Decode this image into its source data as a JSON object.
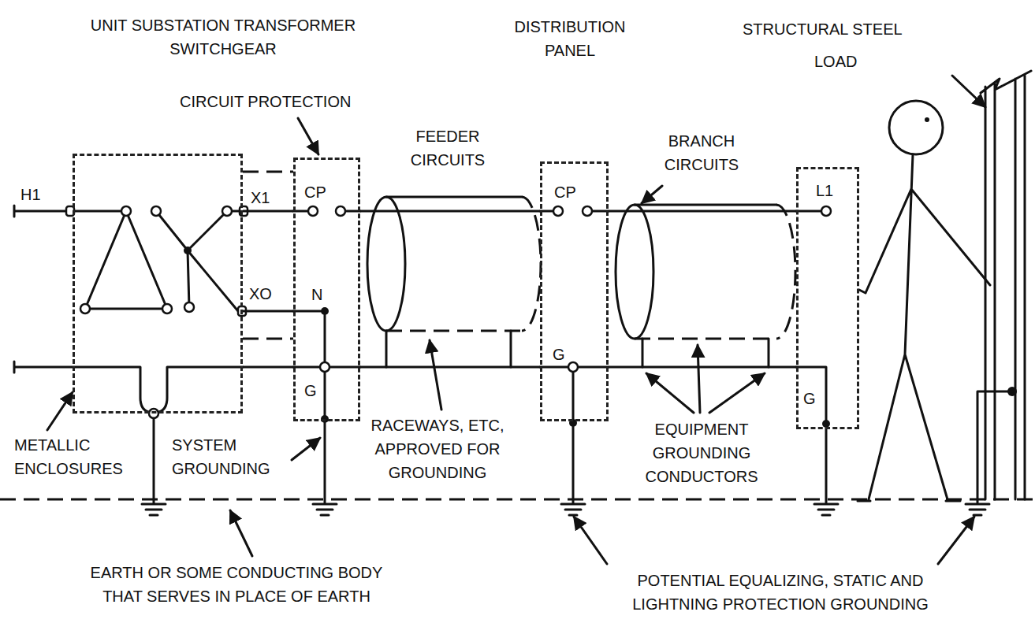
{
  "diagram": {
    "nodes": [
      {
        "text": [
          "UNIT SUBSTATION TRANSFORMER SWITCHGEAR"
        ]
      },
      {
        "text": [
          "CP",
          "N",
          "G"
        ]
      },
      {
        "text": [
          "DISTRIBUTION PANEL",
          "CP",
          "G"
        ]
      },
      {
        "text": [
          "LOAD",
          "L1",
          "G"
        ]
      }
    ],
    "edges": [
      {
        "from": 0,
        "to": 1,
        "arrow": "none"
      },
      {
        "from": 0,
        "to": 1,
        "arrow": "none"
      },
      {
        "from": 0,
        "to": 1,
        "arrow": "none"
      },
      {
        "from": 1,
        "to": 2,
        "arrow": "none"
      },
      {
        "from": 1,
        "to": 2,
        "arrow": "none"
      },
      {
        "from": 2,
        "to": 3,
        "arrow": "none"
      },
      {
        "from": 2,
        "to": 3,
        "arrow": "none"
      }
    ],
    "labels": [
      "H1",
      "X1",
      "XO",
      "CIRCUIT PROTECTION",
      "FEEDER CIRCUITS",
      "BRANCH CIRCUITS",
      "STRUCTURAL STEEL",
      "METALLIC ENCLOSURES",
      "SYSTEM GROUNDING",
      "RACEWAYS, ETC, APPROVED FOR GROUNDING",
      "EQUIPMENT GROUNDING CONDUCTORS",
      "EARTH OR SOME CONDUCTING BODY THAT SERVES IN PLACE OF EARTH",
      "POTENTIAL EQUALIZING, STATIC AND LIGHTNING PROTECTION GROUNDING"
    ]
  }
}
